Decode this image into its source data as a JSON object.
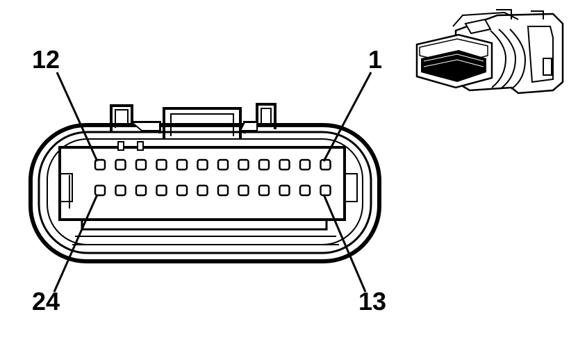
{
  "labels": {
    "top_left": "12",
    "top_right": "1",
    "bottom_left": "24",
    "bottom_right": "13"
  },
  "connector": {
    "pins_per_row": 12,
    "rows": 2
  },
  "colors": {
    "ink": "#000000",
    "paper": "#ffffff"
  },
  "icons": {
    "inset": "connector-iso-view-icon"
  }
}
